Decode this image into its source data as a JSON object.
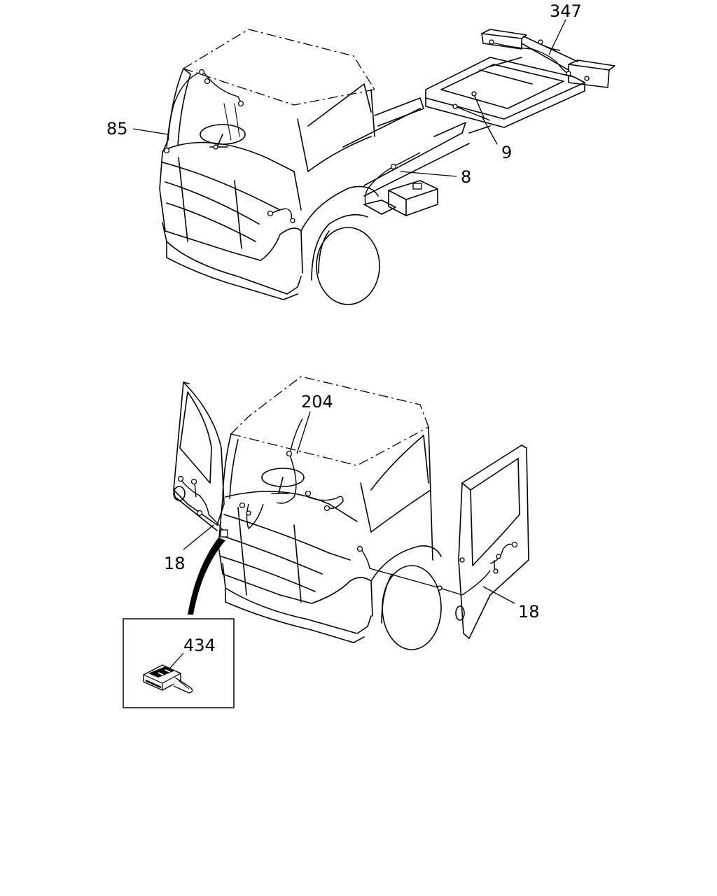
{
  "labels": {
    "top": {
      "l347": "347",
      "l85": "85",
      "l9": "9",
      "l8": "8"
    },
    "bottom": {
      "l204": "204",
      "l18_left": "18",
      "l18_right": "18",
      "l434": "434"
    }
  }
}
